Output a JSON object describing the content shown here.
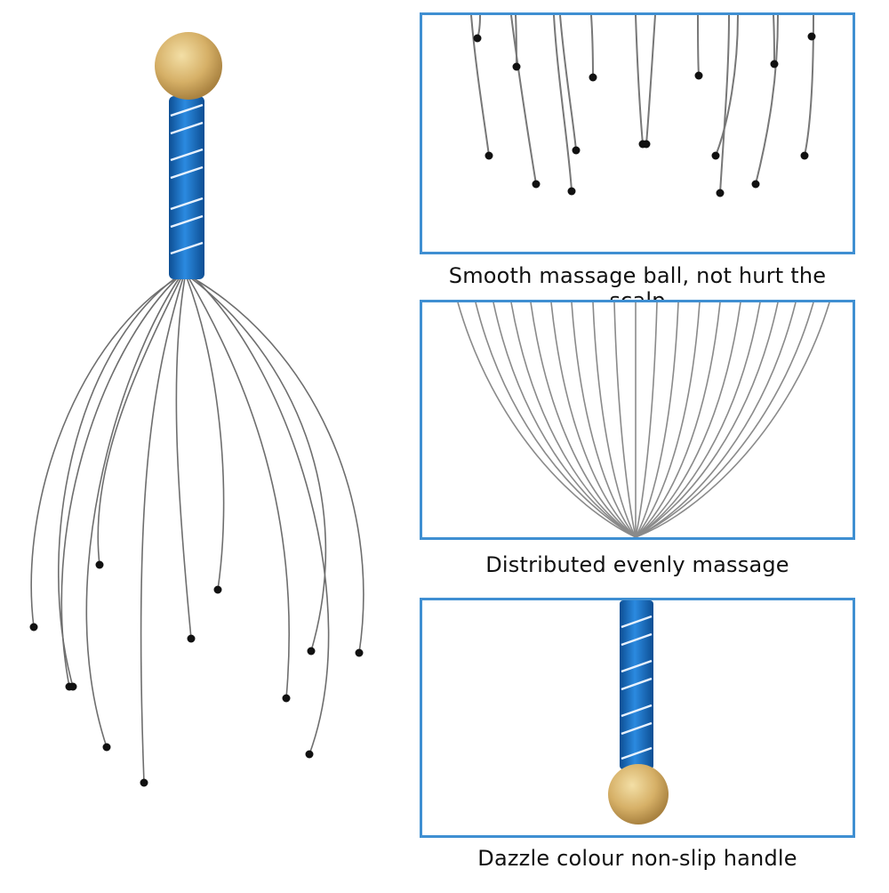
{
  "product": {
    "icon": "scalp-massager-icon",
    "colors": {
      "handle": "#1e6fc0",
      "ball": "#d9b36a",
      "wire": "#707070",
      "frame": "#3f8fd2"
    }
  },
  "panels": [
    {
      "caption": "Smooth massage ball, not hurt the scalp"
    },
    {
      "caption": "Distributed evenly massage"
    },
    {
      "caption": "Dazzle colour non-slip handle"
    }
  ]
}
